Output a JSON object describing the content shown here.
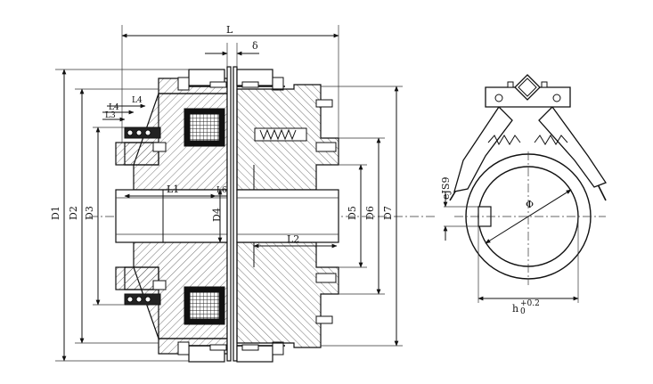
{
  "labels": {
    "L": "L",
    "delta": "δ",
    "L4": "L4",
    "L3": "L3",
    "L1": "L1",
    "L2": "L2",
    "L6": "L6",
    "D1": "D1",
    "D2": "D2",
    "D3": "D3",
    "D4": "D4",
    "D5": "D5",
    "D6": "D6",
    "D7": "D7",
    "eJS9": "eJS9",
    "phi": "Φ",
    "h": "h",
    "h_tol": "+0.2",
    "h_tol2": "0"
  },
  "colors": {
    "line": "#111111",
    "hatch": "#555555",
    "coil": "#222222"
  }
}
